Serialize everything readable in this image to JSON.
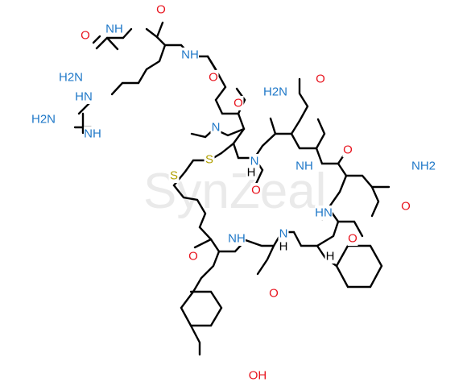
{
  "watermark": "SynZeal",
  "colors": {
    "bond": "#000000",
    "N": "#1f78c8",
    "O": "#e8141e",
    "S": "#b0a000",
    "H": "#000000"
  },
  "atoms": [
    {
      "id": "glyO",
      "text": "O",
      "el": "O"
    },
    {
      "id": "glyNH",
      "text": "NH",
      "el": "N"
    },
    {
      "id": "glyO2",
      "text": "O",
      "el": "O"
    },
    {
      "id": "glyNH2",
      "text": "H2N",
      "el": "N"
    },
    {
      "id": "argNH",
      "text": "NH",
      "el": "N"
    },
    {
      "id": "argNHg",
      "text": "HN",
      "el": "N"
    },
    {
      "id": "guaNH2",
      "text": "H2N",
      "el": "N"
    },
    {
      "id": "guaNH",
      "text": "NH",
      "el": "N"
    },
    {
      "id": "proO",
      "text": "O",
      "el": "O"
    },
    {
      "id": "proN",
      "text": "N",
      "el": "N"
    },
    {
      "id": "cysO",
      "text": "O",
      "el": "O"
    },
    {
      "id": "asnNH2",
      "text": "H2N",
      "el": "N"
    },
    {
      "id": "asnO1",
      "text": "O",
      "el": "O"
    },
    {
      "id": "asnO2",
      "text": "O",
      "el": "O"
    },
    {
      "id": "cysNH",
      "text": "N",
      "el": "N"
    },
    {
      "id": "cysH",
      "text": "H",
      "el": "H"
    },
    {
      "id": "asnNH",
      "text": "NH",
      "el": "N"
    },
    {
      "id": "glnO",
      "text": "O",
      "el": "O"
    },
    {
      "id": "glnNH2",
      "text": "NH2",
      "el": "N"
    },
    {
      "id": "glnO2",
      "text": "O",
      "el": "O"
    },
    {
      "id": "S1",
      "text": "S",
      "el": "S"
    },
    {
      "id": "S2",
      "text": "S",
      "el": "S"
    },
    {
      "id": "glnNH",
      "text": "HN",
      "el": "N"
    },
    {
      "id": "pheO",
      "text": "O",
      "el": "O"
    },
    {
      "id": "mpaO",
      "text": "O",
      "el": "O"
    },
    {
      "id": "tyrNH",
      "text": "NH",
      "el": "N"
    },
    {
      "id": "pheNH",
      "text": "N",
      "el": "N"
    },
    {
      "id": "pheH",
      "text": "H",
      "el": "H"
    },
    {
      "id": "pheCH",
      "text": "H",
      "el": "H"
    },
    {
      "id": "tyrO",
      "text": "O",
      "el": "O"
    },
    {
      "id": "tyrOH",
      "text": "OH",
      "el": "O"
    }
  ]
}
